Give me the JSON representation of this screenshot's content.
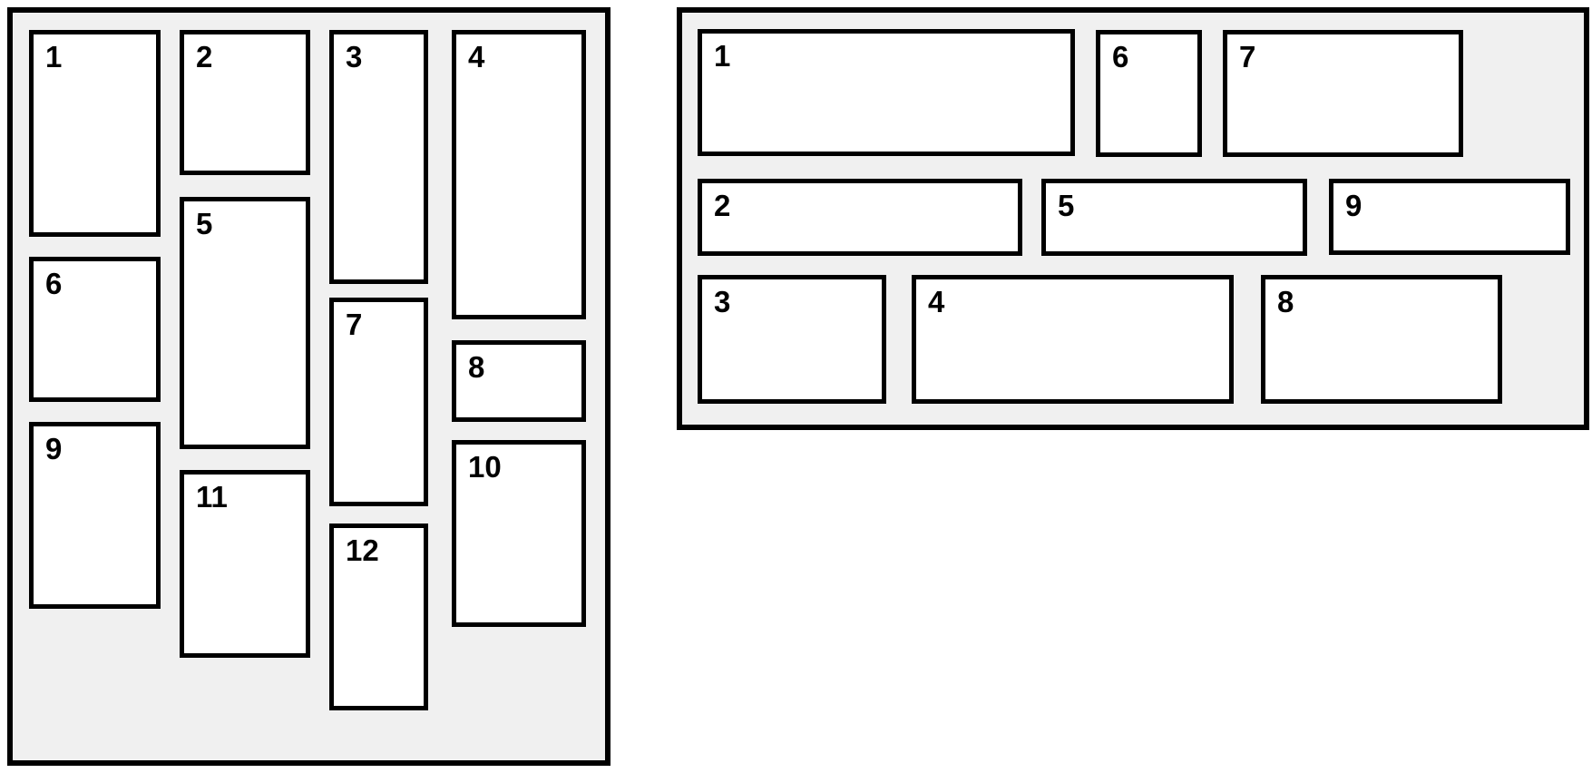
{
  "colors": {
    "page_background": "#ffffff",
    "panel_background": "#f0f0f0",
    "card_background": "#ffffff",
    "border": "#000000",
    "text": "#000000"
  },
  "left_panel": {
    "description": "vertical masonry grid, 4 columns, 12 numbered items",
    "columns": [
      {
        "items": [
          "1",
          "6",
          "9"
        ]
      },
      {
        "items": [
          "2",
          "5",
          "11"
        ]
      },
      {
        "items": [
          "3",
          "7",
          "12"
        ]
      },
      {
        "items": [
          "4",
          "8",
          "10"
        ]
      }
    ]
  },
  "right_panel": {
    "description": "horizontal masonry grid, 3 rows, 9 numbered items",
    "rows": [
      {
        "items": [
          "1",
          "6",
          "7"
        ]
      },
      {
        "items": [
          "2",
          "5",
          "9"
        ]
      },
      {
        "items": [
          "3",
          "4",
          "8"
        ]
      }
    ]
  }
}
